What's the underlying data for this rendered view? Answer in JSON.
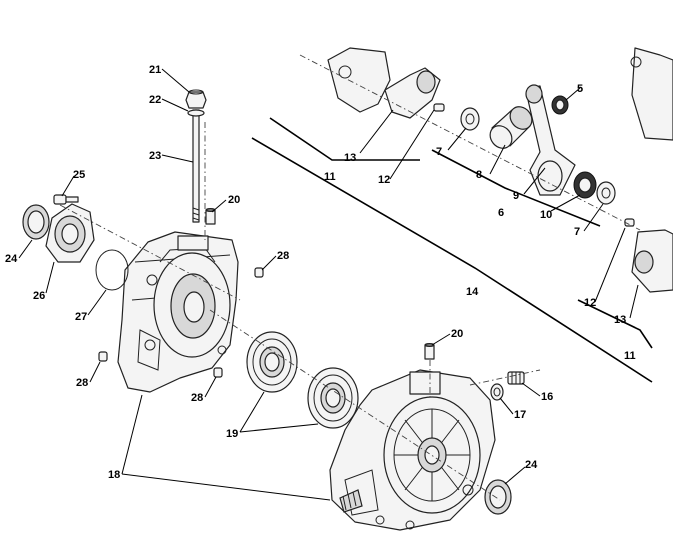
{
  "callouts": {
    "c21": "21",
    "c22": "22",
    "c23": "23",
    "c20a": "20",
    "c28a": "28",
    "c25": "25",
    "c24a": "24",
    "c26": "26",
    "c27": "27",
    "c28b": "28",
    "c28c": "28",
    "c19": "19",
    "c18": "18",
    "c20b": "20",
    "c16": "16",
    "c17": "17",
    "c24b": "24",
    "c13a": "13",
    "c11a": "11",
    "c12a": "12",
    "c14": "14",
    "c5": "5",
    "c7a": "7",
    "c8": "8",
    "c9": "9",
    "c6": "6",
    "c10": "10",
    "c7b": "7",
    "c12b": "12",
    "c13b": "13",
    "c11b": "11"
  }
}
